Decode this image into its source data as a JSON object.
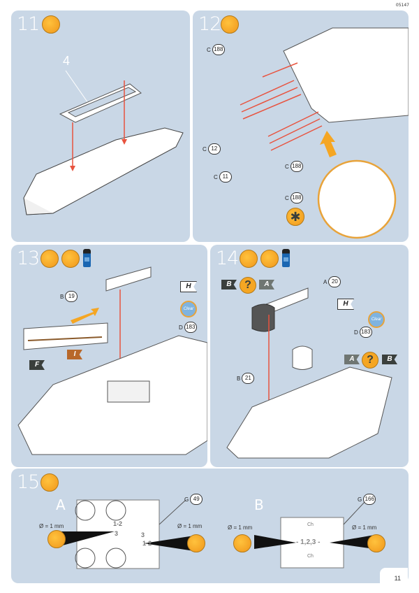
{
  "header": {
    "doc_code": "05147"
  },
  "colors": {
    "panel_bg": "#c9d7e6",
    "arrow_red": "#e8533f",
    "accent_orange": "#f5a623",
    "flag_dark": "#3a3f3c",
    "flag_brown": "#b8682a"
  },
  "steps": [
    {
      "number": "11",
      "icons": [
        "glue-icon"
      ],
      "labels": {
        "part": "4"
      }
    },
    {
      "number": "12",
      "icons": [
        "glue-icon"
      ],
      "callouts": [
        {
          "sprue": "C",
          "part": "188"
        },
        {
          "sprue": "C",
          "part": "12"
        },
        {
          "sprue": "C",
          "part": "11"
        },
        {
          "sprue": "C",
          "part": "188"
        },
        {
          "sprue": "C",
          "part": "188"
        }
      ],
      "extra_icons": [
        "repeat-asterisk-icon"
      ]
    },
    {
      "number": "13",
      "icons": [
        "glue-icon",
        "paint-brush-icon",
        "paint-bottle-icon"
      ],
      "callouts": [
        {
          "sprue": "B",
          "part": "19"
        },
        {
          "sprue": "D",
          "part": "183"
        }
      ],
      "flags": [
        {
          "text": "H",
          "style": "white"
        },
        {
          "text": "F",
          "style": "dark"
        },
        {
          "text": "I",
          "style": "brown"
        }
      ],
      "badge": "Clear"
    },
    {
      "number": "14",
      "icons": [
        "glue-icon",
        "paint-brush-icon",
        "paint-bottle-icon"
      ],
      "callouts": [
        {
          "sprue": "A",
          "part": "20"
        },
        {
          "sprue": "D",
          "part": "183"
        },
        {
          "sprue": "B",
          "part": "21"
        }
      ],
      "flags": [
        {
          "text": "H",
          "style": "white"
        }
      ],
      "color_options_top": {
        "left": "B",
        "middle": "?",
        "right": "A"
      },
      "color_options_bottom": {
        "left": "A",
        "middle": "?",
        "right": "B"
      },
      "badge": "Clear"
    },
    {
      "number": "15",
      "icons": [
        "drill-icon"
      ],
      "sub_a": {
        "label": "A",
        "callout": {
          "sprue": "G",
          "part": "49"
        },
        "drill_left": "Ø = 1 mm",
        "drill_right": "Ø = 1 mm",
        "hole_labels": [
          "1-2",
          "3",
          "3",
          "1-2"
        ]
      },
      "sub_b": {
        "label": "B",
        "callout": {
          "sprue": "G",
          "part": "166"
        },
        "drill_left": "Ø = 1 mm",
        "drill_right": "Ø = 1 mm",
        "center_label": "- 1,2,3 -",
        "edge_labels": [
          "Ch",
          "Ch"
        ]
      }
    }
  ],
  "footer": {
    "page_number": "11"
  }
}
